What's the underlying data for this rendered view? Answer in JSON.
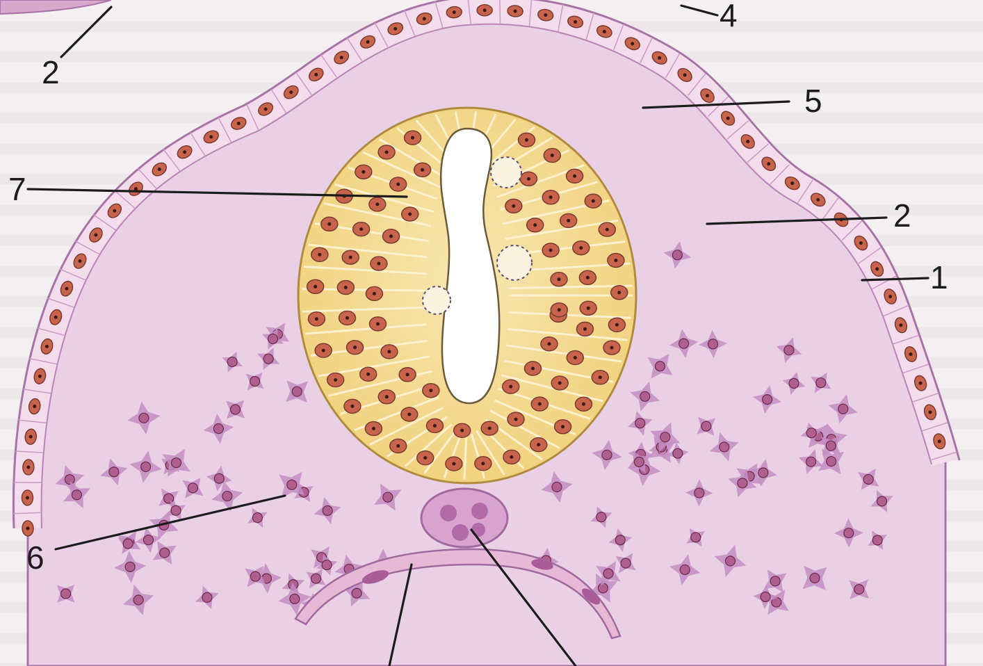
{
  "figure": {
    "labels": {
      "top_left_2": "2",
      "top_right_4": "4",
      "right_5": "5",
      "left_7": "7",
      "right_2": "2",
      "right_1": "1",
      "bottom_left_6": "6"
    }
  },
  "colors": {
    "background_page": "#f4f0f1",
    "tissue_pink": "#e9c8e2",
    "tissue_edge": "#b07ab0",
    "ectoderm_layer": "#f1d7ea",
    "neural_tube_yellow": "#f3d98c",
    "neural_tube_edge": "#b58a3a",
    "nucleus": "#c7644b",
    "mesenchyme_cell": "#c48ec3",
    "lumen": "#ffffff",
    "line": "#1c1c1c"
  }
}
